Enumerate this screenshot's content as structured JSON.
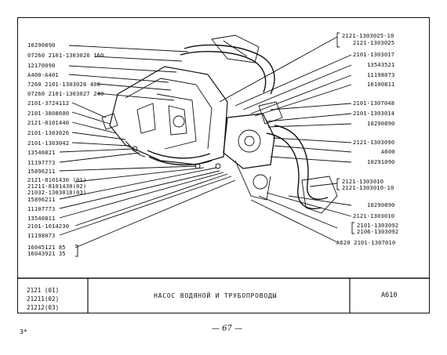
{
  "left_labels": [
    "10290890",
    "07260 2101-1303026 160",
    "12170090",
    "A400-A401",
    "7260 2101-1303028 400",
    "07260 2101-1303027 240",
    "2101-3724112",
    "2101-3808600",
    "2121-8101440",
    "2101-1303026",
    "2101-1303042",
    "13540821",
    "11197773",
    "15896211",
    "2121-8101430 (01)",
    "21211-8101430(02)",
    "21032-1303018(03)",
    "15896211",
    "11107773",
    "13540811",
    "2101-1014230",
    "11198073",
    "16045121 85",
    "16043921 35"
  ],
  "right_labels": [
    "2121-1303025-10",
    "2121-1303025",
    "2101-1303017",
    "13543521",
    "11198073",
    "16100811",
    "2101-1307048",
    "2101-1303014",
    "10290890",
    "2121-1303090",
    "A600",
    "10291090",
    "2121-1303010",
    "2121-1303010-10",
    "10290890",
    "2121-1303010",
    "2101-1303092",
    "2106-1303092",
    "A620 2101-1307010"
  ],
  "title_block": {
    "models": [
      "2121 (01)",
      "21211(02)",
      "21212(03)"
    ],
    "title": "НАСОС ВОДЯНОЙ И ТРУБОПРОВОДЫ",
    "code": "A610"
  },
  "page_number": "— 67 —",
  "corner_mark": "3*"
}
